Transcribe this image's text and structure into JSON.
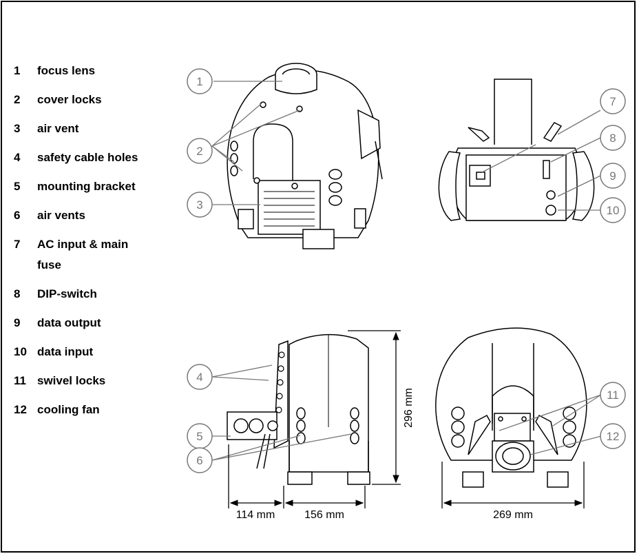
{
  "legend": [
    {
      "num": "1",
      "label": "focus lens"
    },
    {
      "num": "2",
      "label": "cover locks"
    },
    {
      "num": "3",
      "label": "air vent"
    },
    {
      "num": "4",
      "label": "safety cable holes"
    },
    {
      "num": "5",
      "label": "mounting bracket"
    },
    {
      "num": "6",
      "label": "air vents"
    },
    {
      "num": "7",
      "label": "AC input & main fuse"
    },
    {
      "num": "8",
      "label": "DIP-switch"
    },
    {
      "num": "9",
      "label": "data output"
    },
    {
      "num": "10",
      "label": "data input"
    },
    {
      "num": "11",
      "label": "swivel locks"
    },
    {
      "num": "12",
      "label": "cooling fan"
    }
  ],
  "callouts": [
    "1",
    "2",
    "3",
    "4",
    "5",
    "6",
    "7",
    "8",
    "9",
    "10",
    "11",
    "12"
  ],
  "dimensions": {
    "height": "296 mm",
    "bracket_depth": "114 mm",
    "body_depth": "156 mm",
    "width": "269 mm"
  }
}
